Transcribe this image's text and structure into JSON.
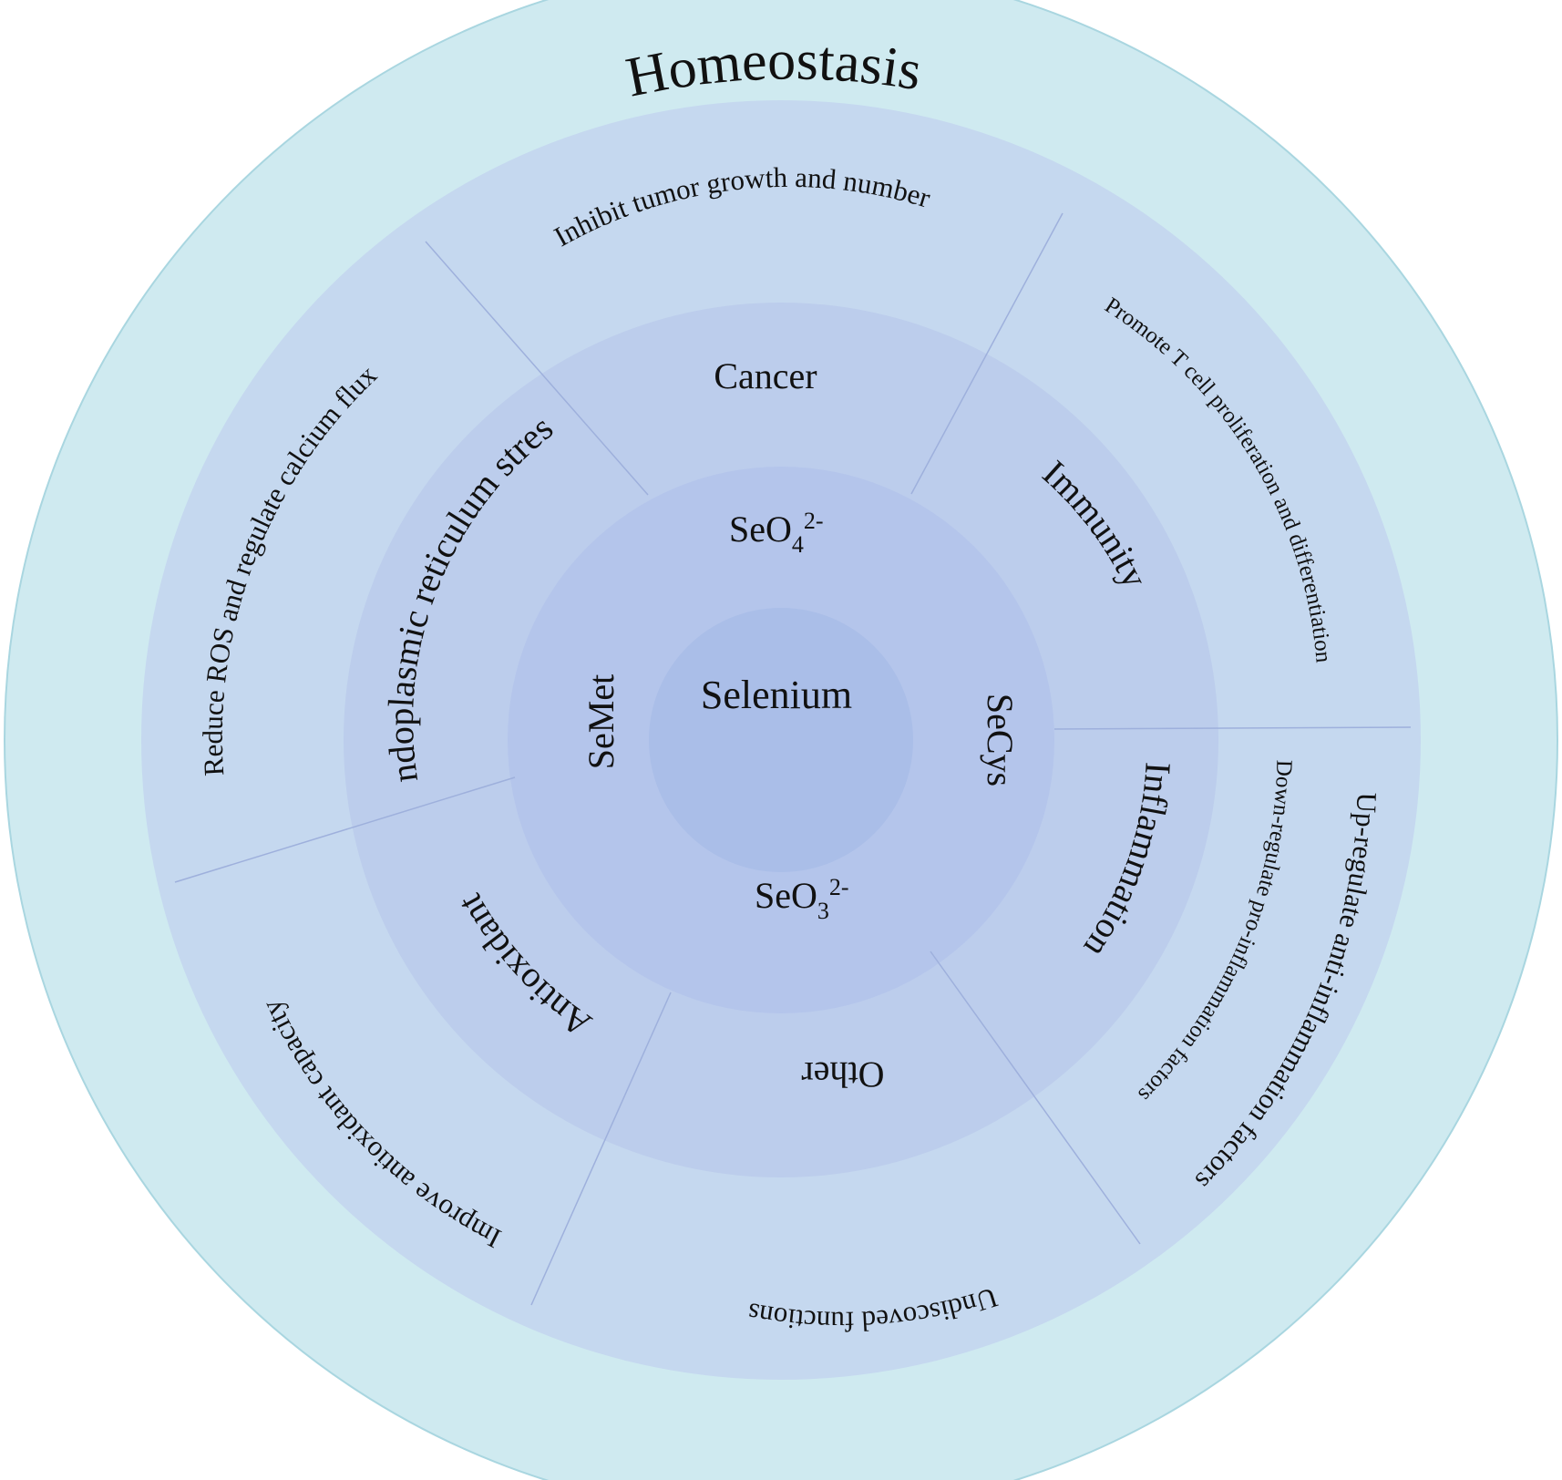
{
  "title": "Homeostasis",
  "center": "Selenium",
  "forms": {
    "top": {
      "base": "SeO",
      "sub": "4",
      "sup": "2-"
    },
    "right": "SeCys",
    "bottom": {
      "base": "SeO",
      "sub": "3",
      "sup": "2-"
    },
    "left": "SeMet"
  },
  "domains": {
    "cancer": "Cancer",
    "immunity": "Immunity",
    "inflammation": "Inflammation",
    "other": "Other",
    "antioxidant": "Antioxidant",
    "er_stress": "Endoplasmic reticulum stress"
  },
  "effects": {
    "cancer": "Inhibit tumor growth and number",
    "immunity": "Promote T cell proliferation and differentiation",
    "inflammation_down": "Down-regulate pro-inflammation factors",
    "inflammation_up": "Up-regulate anti-inflammation factors",
    "other": "Undiscoved functions",
    "antioxidant": "Improve antioxidant capacity",
    "er_stress": "Reduce ROS and regulate calcium flux"
  },
  "colors": {
    "outer_ring": "#cfeaf0",
    "outer_stroke": "#a9d6e0",
    "effects_ring": "#c5d8ef",
    "domains_ring": "#bccdec",
    "forms_ring": "#b4c5eb",
    "center": "#aabee8",
    "divider": "#9eb0dc"
  }
}
